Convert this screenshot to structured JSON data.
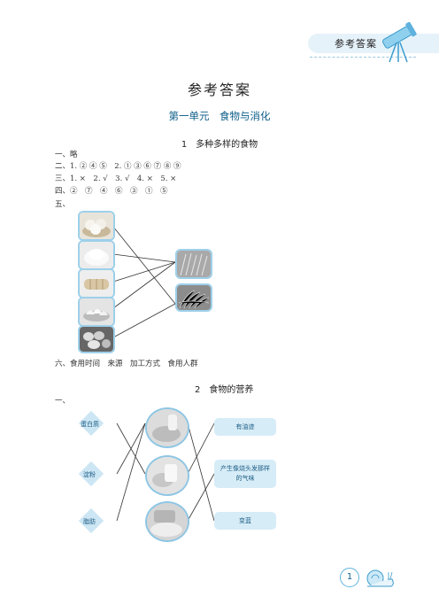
{
  "header": {
    "tab_label": "参考答案"
  },
  "page_title": "参考答案",
  "unit_title": "第一单元　食物与消化",
  "lesson1": {
    "title": "1　多种多样的食物",
    "answers": [
      "一、略",
      "二、1. ② ④ ⑤　2. ① ③ ⑥ ⑦ ⑧ ⑨",
      "三、1. ×　2. √　3. √　4. ×　5. ×",
      "四、②　⑦　④　⑥　③　①　⑤",
      "五、"
    ],
    "matching_left": [
      "steamed-buns-photo",
      "flour-photo",
      "bread-photo",
      "dumplings-photo",
      "rice-cakes-photo"
    ],
    "matching_right": [
      "wheat-photo",
      "rice-plant-photo"
    ],
    "answer6": "六、食用时间　来源　加工方式　食用人群"
  },
  "lesson2": {
    "title": "2　食物的营养",
    "q1_label": "一、",
    "left_labels": [
      "蛋白质",
      "淀粉",
      "脂肪"
    ],
    "right_labels": [
      "有油迹",
      "产生像烧头发那样的气味",
      "变蓝"
    ]
  },
  "page_number": "1",
  "colors": {
    "accent": "#5fb2dd",
    "box": "#d6ecf7",
    "title_blue": "#0e5e8a"
  }
}
